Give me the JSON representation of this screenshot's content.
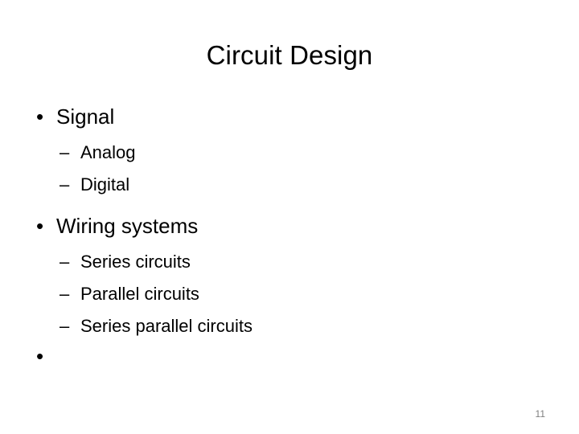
{
  "slide": {
    "title": "Circuit Design",
    "page_number": "11",
    "background_color": "#ffffff",
    "text_color": "#000000",
    "page_number_color": "#7f7f7f",
    "bullet_marker": "•",
    "sub_bullet_marker": "–",
    "outline": [
      {
        "level": 1,
        "text": "Signal",
        "marker": "•"
      },
      {
        "level": 2,
        "text": "Analog",
        "marker": "–"
      },
      {
        "level": 2,
        "text": "Digital",
        "marker": "–"
      },
      {
        "level": 1,
        "text": "Wiring systems",
        "marker": "•"
      },
      {
        "level": 2,
        "text": "Series circuits",
        "marker": "–"
      },
      {
        "level": 2,
        "text": "Parallel circuits",
        "marker": "–"
      },
      {
        "level": 2,
        "text": "Series parallel circuits",
        "marker": "–"
      },
      {
        "level": 1,
        "text": "",
        "marker": "•"
      }
    ]
  }
}
